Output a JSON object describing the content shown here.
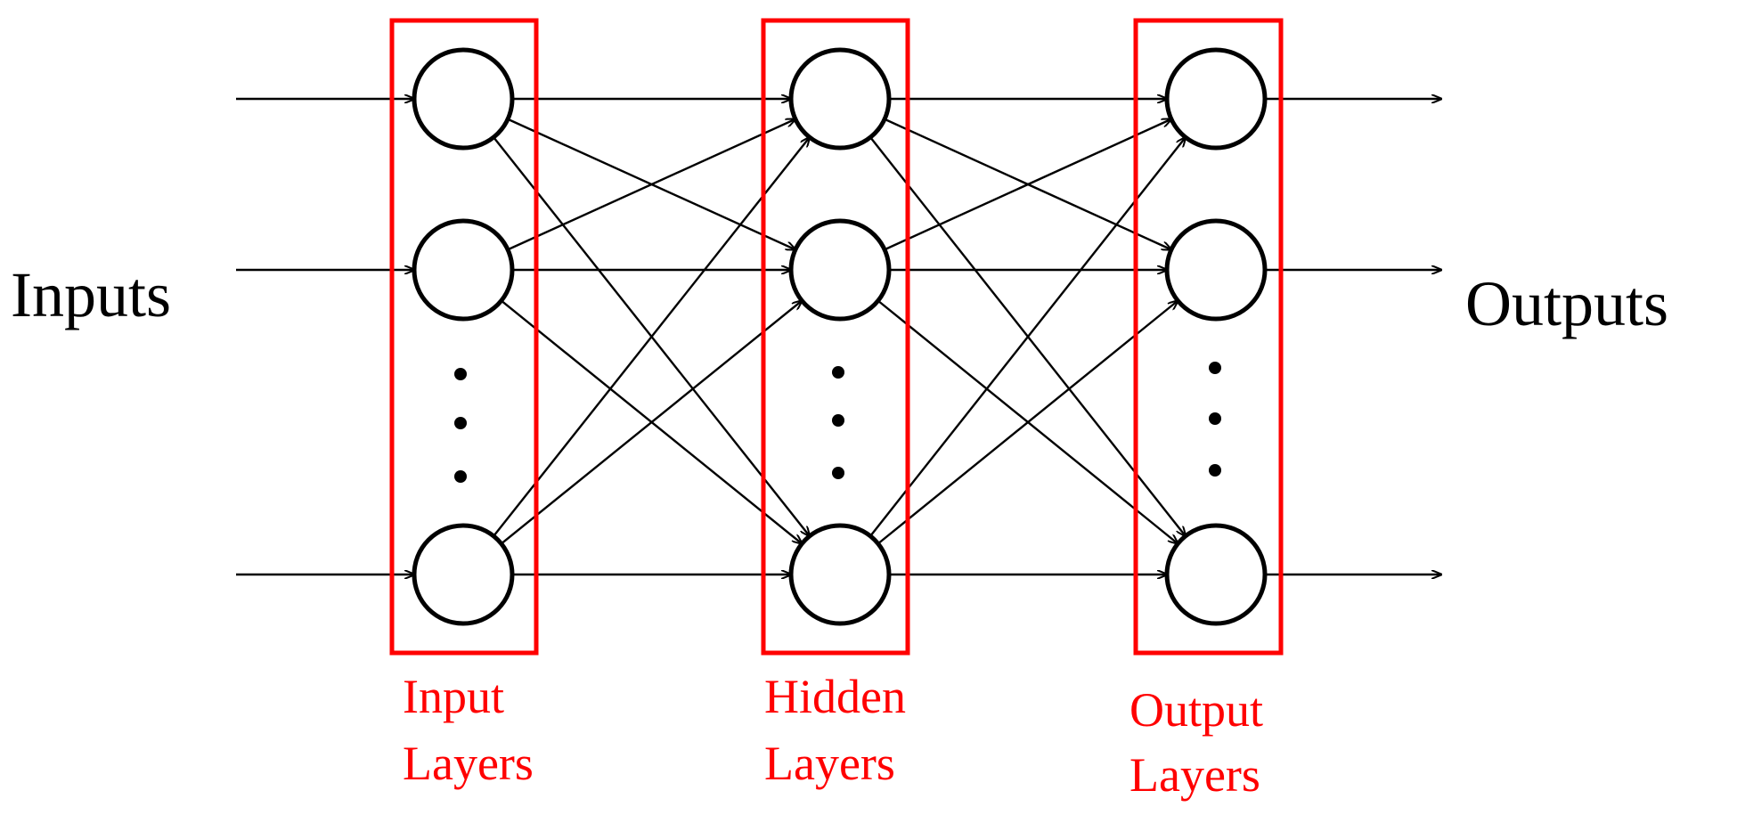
{
  "colors": {
    "accent": "#ff0000",
    "ink": "#000000",
    "background": "#ffffff"
  },
  "labels": {
    "inputs": "Inputs",
    "outputs": "Outputs"
  },
  "layers": [
    {
      "key": "input",
      "line1": "Input",
      "line2": "Layers"
    },
    {
      "key": "hidden",
      "line1": "Hidden",
      "line2": "Layers"
    },
    {
      "key": "output",
      "line1": "Output",
      "line2": "Layers"
    }
  ]
}
